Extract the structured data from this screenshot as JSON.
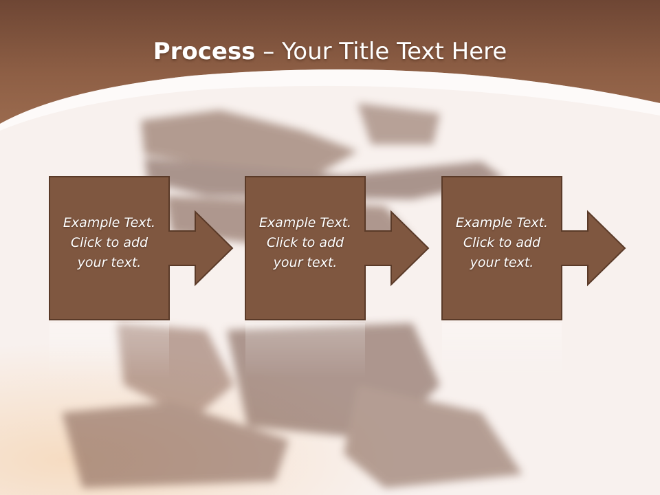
{
  "slide": {
    "title_bold": "Process",
    "title_rest": " – Your Title Text Here"
  },
  "steps": [
    {
      "text_line1": "Example Text.",
      "text_line2": "Click  to add",
      "text_line3": "your text."
    },
    {
      "text_line1": "Example Text.",
      "text_line2": "Click  to add",
      "text_line3": "your text."
    },
    {
      "text_line1": "Example Text.",
      "text_line2": "Click  to add",
      "text_line3": "your text."
    }
  ],
  "colors": {
    "header_brown": "#8a5a40",
    "box_brown": "#7f5740",
    "box_border": "#5a3a28",
    "background": "#f7efeb"
  }
}
